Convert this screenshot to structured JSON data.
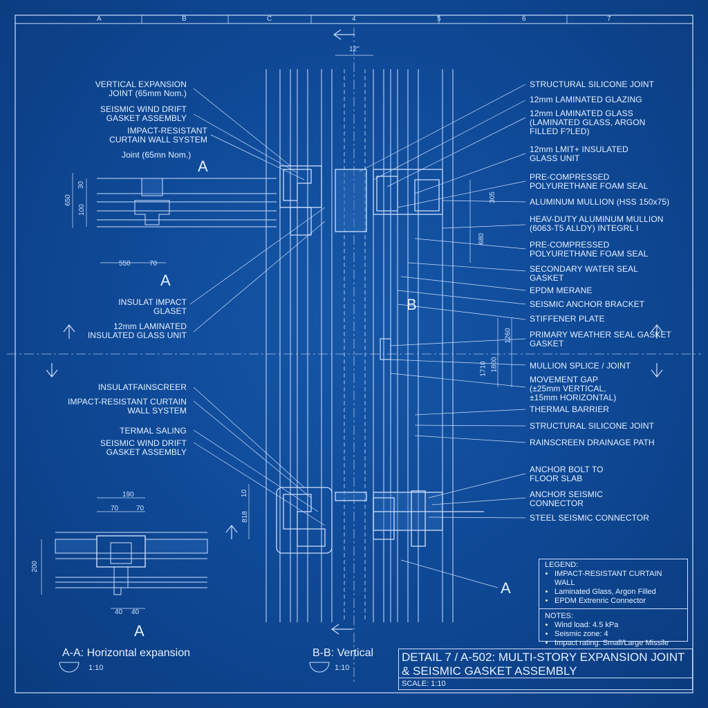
{
  "grid_labels": [
    "A",
    "B",
    "C",
    "4",
    "5",
    "6",
    "7"
  ],
  "callouts_left": [
    "VERTICAL EXPANSION\nJOINT (65mm Nom.)",
    "SEISMIC WIND DRIFT\nGASKET ASSEMBLY",
    "IMPACT-RESISTANT\nCURTAIN WALL SYSTEM",
    "Joint (65mn Nom.)",
    "INSULAT IMPACT\nGLASET",
    "12mm LAMINATED\nINSULATED GLASS UNIT",
    "INSULATFAINSCREER",
    "IMPACT-RESISTANT CURTAIN\nWALL SYSTEM",
    "TERMAL SALING",
    "SEISMIC WIND DRIFT\nGASKET ASSEMBLY"
  ],
  "callouts_right": [
    "STRUCTURAL SILICONE JOINT",
    "12mm LAMINATED GLAZING",
    "12mm LAMINATED GLASS\n(LAMINATED GLASS, ARGON\nFILLED F?LED)",
    "12mm LMIT+ INSULATED\nGLASS UNIT",
    "PRE-COMPRESSED\nPOLYURETHANE FOAM SEAL",
    "ALUMINUM MULLION (HSS 150x75)",
    "HEAV-DUTY ALUMINUM MULLION\n(6063-T5 ALLDY) INTEGRL I",
    "PRE-COMPRESSED\nPOLYURETHANE FOAM SEAL",
    "SECONDARY WATER SEAL\nGASKET",
    "EPDM MERANE",
    "SEISMIC ANCHOR BRACKET",
    "STIFFENER PLATE",
    "PRIMARY WEATHER SEAL GASKET\nGASKET",
    "MULLION SPLICE / JOINT",
    "MOVEMENT GAP\n(±25mm VERTICAL,\n±15mm HORIZONTAL)",
    "THERMAL BARRIER",
    "STRUCTURAL SILICONE JOINT",
    "RAINSCREEN DRAINAGE PATH",
    "ANCHOR BOLT TO\nFLOOR SLAB",
    "ANCHOR SEISMIC\nCONNECTOR",
    "STEEL SEISMIC CONNECTOR"
  ],
  "section_marks": {
    "a": "A",
    "b": "B"
  },
  "dimensions": {
    "top": "12\"",
    "left_650": "650",
    "left_30": "30",
    "left_100": "100",
    "left_550": "550",
    "left_70": "70",
    "right_305": "305",
    "right_680": "680",
    "right_1260": "1260",
    "right_1710": "1710",
    "right_1800": "1800",
    "bottom_10": "10",
    "bottom_818": "818",
    "aa_190": "190",
    "aa_70a": "70",
    "aa_70b": "70",
    "aa_200": "200",
    "aa_40a": "40",
    "aa_40b": "40"
  },
  "views": {
    "aa_title": "A-A: Horizontal expansion",
    "aa_scale": "1:10",
    "bb_title": "B-B: Vertical",
    "bb_scale": "1:10"
  },
  "legend": {
    "title": "LEGEND:",
    "items": [
      "IMPACT-RESISTANT CURTAIN WALL",
      "Laminated Glass, Argon Filled",
      "EPDM Extrenric Connector"
    ],
    "notes_title": "NOTES:",
    "notes": [
      "Wind load: 4.5 kPa",
      "Seismic zone: 4",
      "Impact rating: Small/Large Missile"
    ]
  },
  "title_block": {
    "title": "DETAIL 7 / A-502: MULTI-STORY EXPANSION JOINT\n& SEISMIC GASKET ASSEMBLY",
    "scale": "SCALE: 1:10"
  },
  "colors": {
    "background": "#0f4a98",
    "line": "#cfe0ff"
  }
}
